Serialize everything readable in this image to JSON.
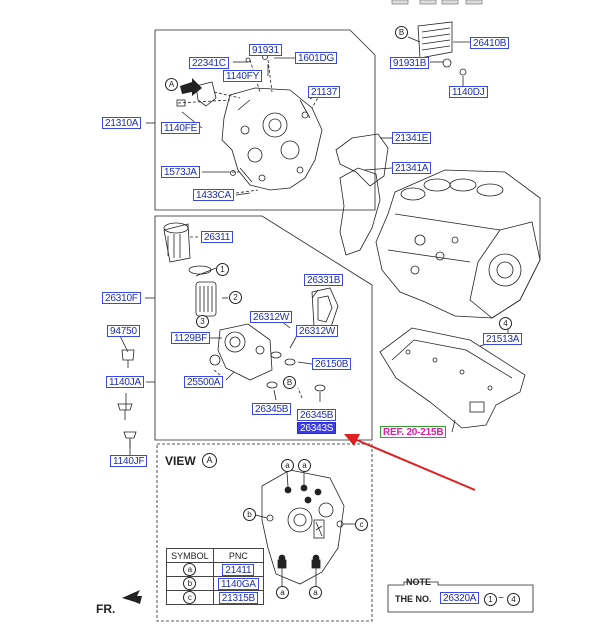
{
  "labels": {
    "p26410B": "26410B",
    "p91931B": "91931B",
    "p1140DJ": "1140DJ",
    "p91931": "91931",
    "p22341C": "22341C",
    "p1601DG": "1601DG",
    "p1140FY": "1140FY",
    "p21137": "21137",
    "p21310A": "21310A",
    "p1140FE": "1140FE",
    "p21341E": "21341E",
    "p21341A": "21341A",
    "p1573JA": "1573JA",
    "p1433CA": "1433CA",
    "p26311": "26311",
    "p26331B": "26331B",
    "p26310F": "26310F",
    "p26312W_a": "26312W",
    "p26312W_b": "26312W",
    "p94750": "94750",
    "p1129BF": "1129BF",
    "p26150B": "26150B",
    "p21513A": "21513A",
    "p1140JA": "1140JA",
    "p25500A": "25500A",
    "p26345B_a": "26345B",
    "p26345B_b": "26345B",
    "p26343S": "26343S",
    "ref": "REF. 20-215B",
    "p1140JF": "1140JF"
  },
  "markers": {
    "A1": "A",
    "B1": "B",
    "B2": "B",
    "n1": "1",
    "n2": "2",
    "n3": "3",
    "n4": "4",
    "viewA": "A",
    "a1": "a",
    "a2": "a",
    "a3": "a",
    "a4": "a",
    "b1": "b",
    "c1": "c"
  },
  "view_title": "VIEW",
  "symbol_table": {
    "headers": [
      "SYMBOL",
      "PNC"
    ],
    "rows": [
      {
        "symbol": "a",
        "pnc": "21411"
      },
      {
        "symbol": "b",
        "pnc": "1140GA"
      },
      {
        "symbol": "c",
        "pnc": "21315B"
      }
    ]
  },
  "note": {
    "title": "NOTE",
    "prefix": "THE NO.",
    "pnc": "26320A",
    "range_start": "1",
    "range_sep": "~",
    "range_end": "4"
  },
  "fr_label": "FR.",
  "colors": {
    "label_text": "#1d2fb0",
    "label_border": "#3a4ae0",
    "selected_fill": "#3b3bf0",
    "ref_text": "#e11ea8",
    "ref_border": "#2da32d",
    "arrow": "#e02020"
  }
}
